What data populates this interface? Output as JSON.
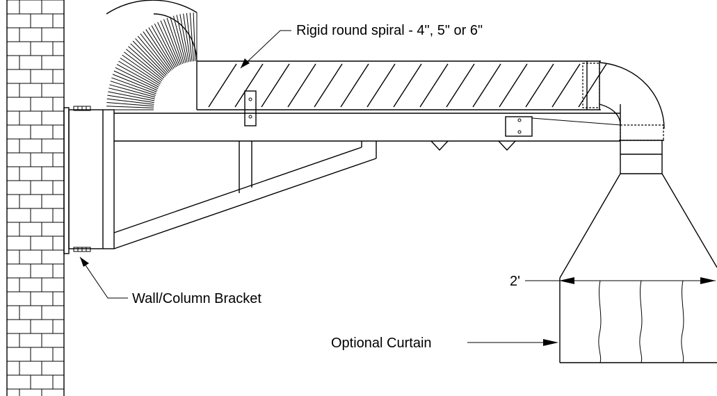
{
  "labels": {
    "duct": "Rigid round spiral - 4\", 5\" or 6\"",
    "bracket": "Wall/Column Bracket",
    "dimension": "2'",
    "curtain": "Optional Curtain"
  }
}
